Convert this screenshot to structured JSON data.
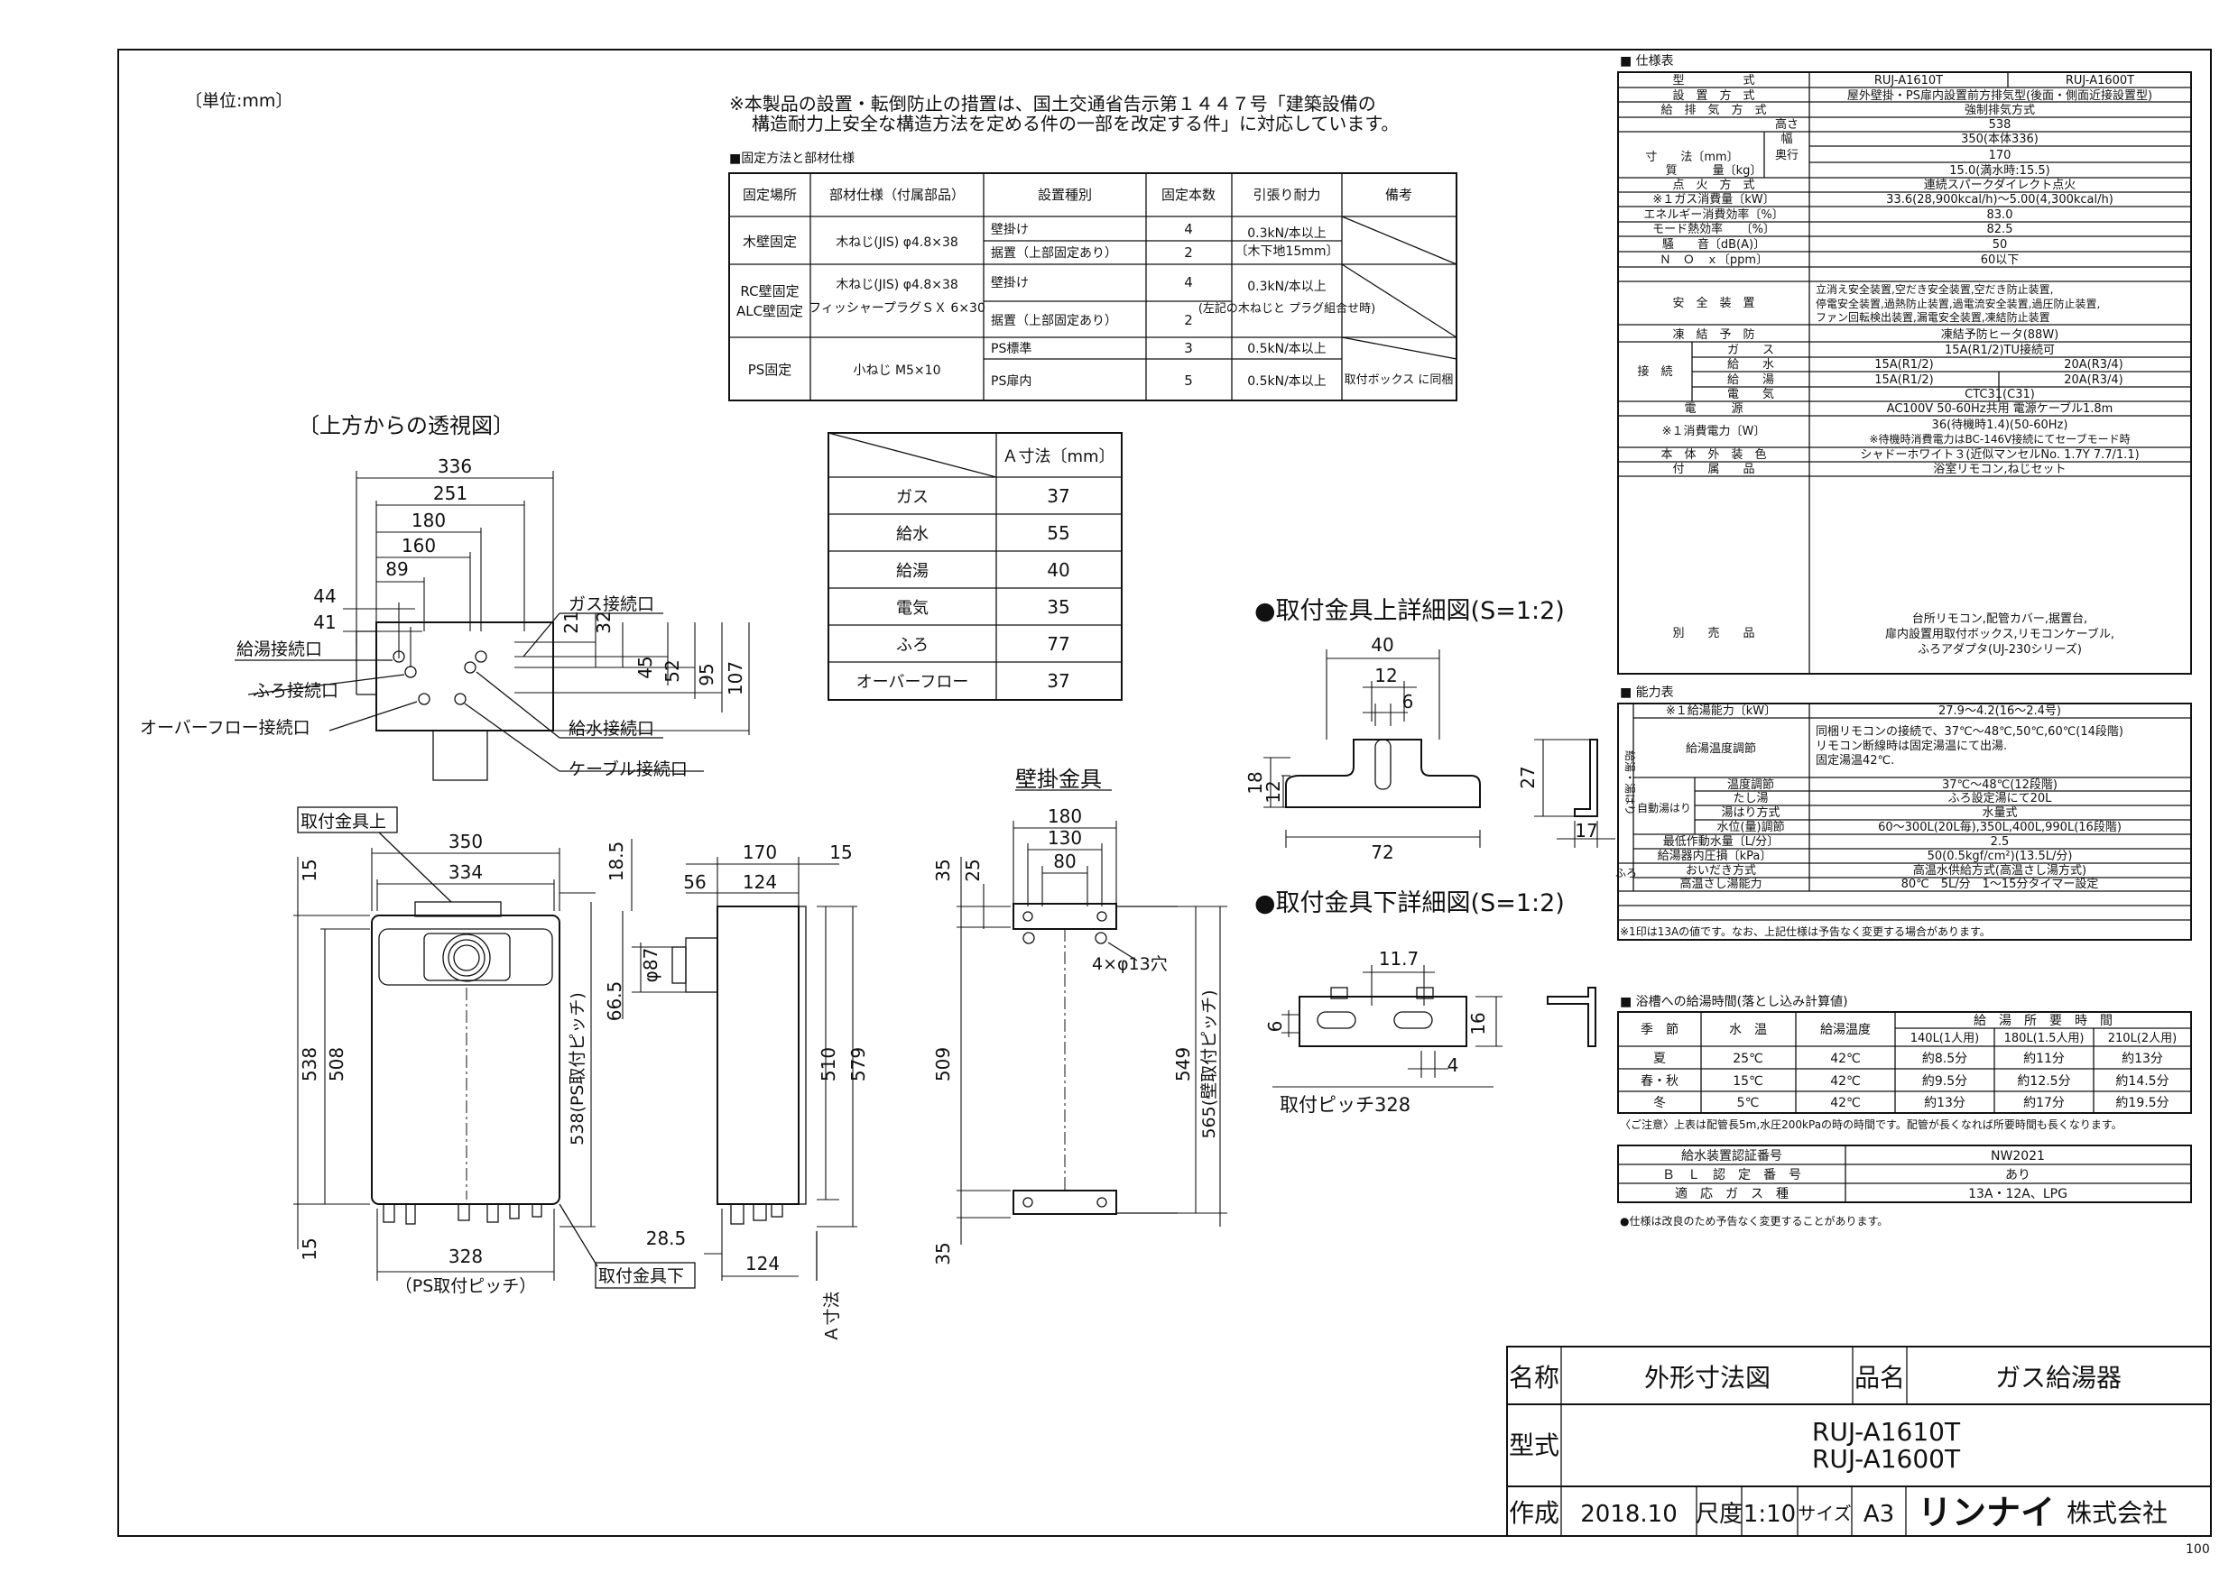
{
  "unit_note": "〔単位:mm〕",
  "notice": [
    "※本製品の設置・転倒防止の措置は、国土交通省告示第１４４７号「建築設備の",
    "構造耐力上安全な構造方法を定める件の一部を改定する件」に対応しています。"
  ],
  "fix_table": {
    "title": "■固定方法と部材仕様",
    "headers": [
      "固定場所",
      "部材仕様（付属部品）",
      "設置種別",
      "固定本数",
      "引張り耐力",
      "備考"
    ],
    "rows": [
      [
        "木壁固定",
        "木ねじ(JIS) φ4.8×38",
        "壁掛け",
        "4",
        "0.3kN/本以上",
        ""
      ],
      [
        "",
        "",
        "据置（上部固定あり）",
        "2",
        "〔木下地15mm〕",
        ""
      ],
      [
        "RC壁固定",
        "木ねじ(JIS) φ4.8×38",
        "壁掛け",
        "4",
        "0.3kN/本以上",
        ""
      ],
      [
        "ALC壁固定",
        "フィッシャープラグＳＸ 6×30",
        "据置（上部固定あり）",
        "2",
        "(左記の木ねじと プラグ組合せ時)",
        ""
      ],
      [
        "PS固定",
        "小ねじ M5×10",
        "PS標準",
        "3",
        "0.5kN/本以上",
        ""
      ],
      [
        "",
        "",
        "PS扉内",
        "5",
        "0.5kN/本以上",
        "取付ボックス に同梱"
      ]
    ]
  },
  "a_table": {
    "header": "Ａ寸法〔mm〕",
    "rows": [
      [
        "ガス",
        "37"
      ],
      [
        "給水",
        "55"
      ],
      [
        "給湯",
        "40"
      ],
      [
        "電気",
        "35"
      ],
      [
        "ふろ",
        "77"
      ],
      [
        "オーバーフロー",
        "37"
      ]
    ]
  },
  "views": {
    "top_view_title": "〔上方からの透視図〕",
    "bracket_top_title": "●取付金具上詳細図(S=1:2)",
    "bracket_bottom_title": "●取付金具下詳細図(S=1:2)",
    "wall_bracket_title": "壁掛金具",
    "labels": {
      "gas": "ガス接続口",
      "hot": "給湯接続口",
      "bath": "ふろ接続口",
      "overflow": "オーバーフロー接続口",
      "water": "給水接続口",
      "cable": "ケーブル接続口",
      "bracket_top": "取付金具上",
      "bracket_bottom": "取付金具下",
      "ps_pitch": "（PS取付ピッチ）",
      "ps_pitch_v": "538(PS取付ピッチ)",
      "wall_pitch_v": "565(壁取付ピッチ)",
      "holes": "4×φ13穴",
      "a_dim": "Ａ寸法",
      "mount_pitch": "取付ピッチ328"
    }
  },
  "spec": {
    "title": "■ 仕様表",
    "rows": [
      [
        "型　　　　　式",
        "RUJ-A1610T",
        "RUJ-A1600T"
      ],
      [
        "設　置　方　式",
        "屋外壁掛・PS扉内設置前方排気型(後面・側面近接設置型)"
      ],
      [
        "給　排　気　方　式",
        "強制排気方式"
      ],
      [
        "高さ",
        "538"
      ],
      [
        "幅",
        "350(本体336)"
      ],
      [
        "奥行",
        "170"
      ],
      [
        "質　　　量〔kg〕",
        "15.0(満水時:15.5)"
      ],
      [
        "点　火　方　式",
        "連続スパークダイレクト点火"
      ],
      [
        "※１ガス消費量〔kW〕",
        "33.6(28,900kcal/h)～5.00(4,300kcal/h)"
      ],
      [
        "エネルギー消費効率〔%〕",
        "83.0"
      ],
      [
        "モード熱効率　　〔%〕",
        "82.5"
      ],
      [
        "騒　　音〔dB(A)〕",
        "50"
      ],
      [
        "Ｎ　Ｏ　ｘ〔ppm〕",
        "60以下"
      ],
      [
        "安　全　装　置",
        "立消え安全装置,空だき安全装置,空だき防止装置,",
        "停電安全装置,過熱防止装置,過電流安全装置,過圧防止装置,",
        "ファン回転検出装置,漏電安全装置,凍結防止装置"
      ],
      [
        "凍　結　予　防",
        "凍結予防ヒータ(88W)"
      ],
      [
        "ガ　　ス",
        "15A(R1/2)TU接続可"
      ],
      [
        "給　　水",
        "15A(R1/2)",
        "20A(R3/4)"
      ],
      [
        "給　　湯",
        "15A(R1/2)",
        "20A(R3/4)"
      ],
      [
        "電　　気",
        "CTC31(C31)"
      ],
      [
        "電　　　源",
        "AC100V 50-60Hz共用 電源ケーブル1.8m"
      ],
      [
        "※１消費電力〔W〕",
        "36(待機時1.4)(50-60Hz)",
        "※待機時消費電力はBC-146V接続にてセーブモード時"
      ],
      [
        "本　体　外　装　色",
        "シャドーホワイト３(近似マンセルNo. 1.7Y 7.7/1.1)"
      ],
      [
        "付　　属　　品",
        "浴室リモコン,ねじセット"
      ],
      [
        "別　　売　　品",
        "台所リモコン,配管カバー,据置台,",
        "扉内設置用取付ボックス,リモコンケーブル,",
        "ふろアダプタ(UJ-230シリーズ)"
      ]
    ],
    "size_label": "寸　　法〔mm〕",
    "connect_label": "接　続"
  },
  "capacity": {
    "title": "■ 能力表",
    "rows": [
      [
        "※１給湯能力〔kW〕",
        "27.9～4.2(16～2.4号)"
      ],
      [
        "給湯温度調節",
        "同梱リモコンの接続で、37℃～48℃,50℃,60℃(14段階)",
        "リモコン断線時は固定湯温にて出湯.",
        "固定湯温42℃."
      ],
      [
        "温度調節",
        "37℃～48℃(12段階)"
      ],
      [
        "たし湯",
        "ふろ設定湯にて20L"
      ],
      [
        "湯はり方式",
        "水量式"
      ],
      [
        "水位(量)調節",
        "60～300L(20L毎),350L,400L,990L(16段階)"
      ],
      [
        "最低作動水量〔L/分〕",
        "2.5"
      ],
      [
        "給湯器内圧損〔kPa〕",
        "50(0.5kgf/cm²)(13.5L/分)"
      ],
      [
        "おいだき方式",
        "高温水供給方式(高温さし湯方式)"
      ],
      [
        "高温さし湯能力",
        "80℃　5L/分　1～15分タイマー設定"
      ]
    ],
    "side_label": "給湯・湯はり",
    "auto_label": "自動湯はり",
    "bath_label": "ふろ",
    "note": "※1印は13Aの値です。なお、上記仕様は予告なく変更する場合があります。"
  },
  "fill_time": {
    "title": "■ 浴槽への給湯時間(落とし込み計算値)",
    "headers": [
      "季　節",
      "水　温",
      "給湯温度",
      "給　湯　所　要　時　間"
    ],
    "sub_headers": [
      "140L(1人用)",
      "180L(1.5人用)",
      "210L(2人用)"
    ],
    "rows": [
      [
        "夏",
        "25℃",
        "42℃",
        "約8.5分",
        "約11分",
        "約13分"
      ],
      [
        "春・秋",
        "15℃",
        "42℃",
        "約9.5分",
        "約12.5分",
        "約14.5分"
      ],
      [
        "冬",
        "5℃",
        "42℃",
        "約13分",
        "約17分",
        "約19.5分"
      ]
    ],
    "note": "〈ご注意〉上表は配管長5m,水圧200kPaの時の時間です。配管が長くなれば所要時間も長くなります。"
  },
  "cert": {
    "rows": [
      [
        "給水装置認証番号",
        "NW2021"
      ],
      [
        "Ｂ　Ｌ　認　定　番　号",
        "あり"
      ],
      [
        "適　応　ガ　ス　種",
        "13A・12A、LPG"
      ]
    ],
    "note": "●仕様は改良のため予告なく変更することがあります。"
  },
  "title_block": {
    "name_label": "名称",
    "name": "外形寸法図",
    "product_label": "品名",
    "product": "ガス給湯器",
    "model_label": "型式",
    "models": [
      "RUJ-A1610T",
      "RUJ-A1600T"
    ],
    "made_label": "作成",
    "date": "2018.10",
    "scale_label": "尺度",
    "scale": "1:10",
    "size_label": "サイズ",
    "size": "A3",
    "maker_logo": "リンナイ",
    "maker_suffix": "株式会社"
  },
  "sheet_no": "100"
}
